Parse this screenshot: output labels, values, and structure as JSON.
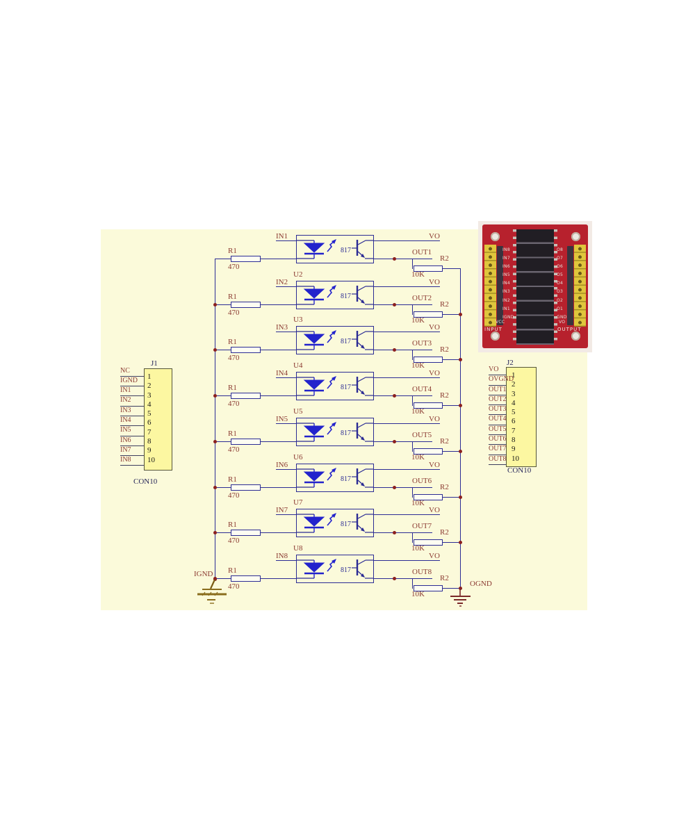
{
  "colors": {
    "canvas_bg": "#fbfada",
    "wire_blue": "#2b2b94",
    "led_blue": "#2323cc",
    "label_maroon": "#8b3a32",
    "junction_dot": "#8b1f1f",
    "connector_fill": "#fcf7a1",
    "board_red": "#b7212d",
    "pad_yellow": "#dfc63c"
  },
  "channels": [
    {
      "u": "",
      "in": "IN1",
      "part": "817",
      "r1_ref": "R1",
      "r1_val": "470",
      "vo": "VO",
      "out": "OUT1",
      "r2_ref": "R2",
      "r2_val": "10K"
    },
    {
      "u": "U2",
      "in": "IN2",
      "part": "817",
      "r1_ref": "R1",
      "r1_val": "470",
      "vo": "VO",
      "out": "OUT2",
      "r2_ref": "R2",
      "r2_val": "10K"
    },
    {
      "u": "U3",
      "in": "IN3",
      "part": "817",
      "r1_ref": "R1",
      "r1_val": "470",
      "vo": "VO",
      "out": "OUT3",
      "r2_ref": "R2",
      "r2_val": "10K"
    },
    {
      "u": "U4",
      "in": "IN4",
      "part": "817",
      "r1_ref": "R1",
      "r1_val": "470",
      "vo": "VO",
      "out": "OUT4",
      "r2_ref": "R2",
      "r2_val": "10K"
    },
    {
      "u": "U5",
      "in": "IN5",
      "part": "817",
      "r1_ref": "R1",
      "r1_val": "470",
      "vo": "VO",
      "out": "OUT5",
      "r2_ref": "R2",
      "r2_val": "10K"
    },
    {
      "u": "U6",
      "in": "IN6",
      "part": "817",
      "r1_ref": "R1",
      "r1_val": "470",
      "vo": "VO",
      "out": "OUT6",
      "r2_ref": "R2",
      "r2_val": "10K"
    },
    {
      "u": "U7",
      "in": "IN7",
      "part": "817",
      "r1_ref": "R1",
      "r1_val": "470",
      "vo": "VO",
      "out": "OUT7",
      "r2_ref": "R2",
      "r2_val": "10K"
    },
    {
      "u": "U8",
      "in": "IN8",
      "part": "817",
      "r1_ref": "R1",
      "r1_val": "470",
      "vo": "VO",
      "out": "OUT8",
      "r2_ref": "R2",
      "r2_val": "10K"
    }
  ],
  "grounds": {
    "input_label": "IGND",
    "output_label": "OGND"
  },
  "j1": {
    "title": "J1",
    "footer": "CON10",
    "pins": [
      "1",
      "2",
      "3",
      "4",
      "5",
      "6",
      "7",
      "8",
      "9",
      "10"
    ],
    "labels": [
      "NC",
      "IGND",
      "IN1",
      "IN2",
      "IN3",
      "IN4",
      "IN5",
      "IN6",
      "IN7",
      "IN8"
    ]
  },
  "j2": {
    "title": "J2",
    "footer": "CON10",
    "pins": [
      "1",
      "2",
      "3",
      "4",
      "5",
      "6",
      "7",
      "8",
      "9",
      "10"
    ],
    "labels": [
      "VO",
      "OVGND",
      "OUT1",
      "OUT2",
      "OUT3",
      "OUT4",
      "OUT5",
      "OUT6",
      "OUT7",
      "OUT8"
    ]
  },
  "pcb": {
    "left_labels": [
      "IN8",
      "IN7",
      "IN6",
      "IN5",
      "IN4",
      "IN3",
      "IN2",
      "IN1",
      "IGND"
    ],
    "right_labels": [
      "O8",
      "O7",
      "O6",
      "O5",
      "O4",
      "O3",
      "O2",
      "O1",
      "GND"
    ],
    "vcc_label": "VCC",
    "vo_label": "VO",
    "input_label": "INPUT",
    "output_label": "OUTPUT"
  }
}
